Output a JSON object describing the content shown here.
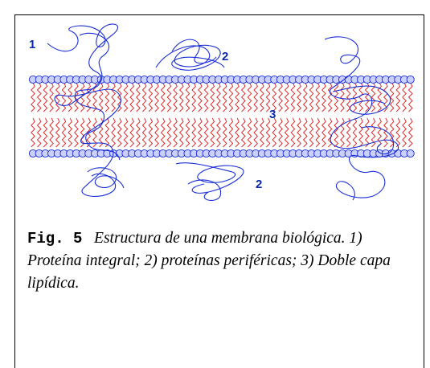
{
  "figure": {
    "labels": [
      "1",
      "2",
      "2",
      "3"
    ],
    "colors": {
      "protein": "#1a2fd6",
      "head_fill": "#ccd0ff",
      "head_stroke": "#1a2fd6",
      "tail": "#e02020",
      "label": "#0b2aa8"
    }
  },
  "caption": {
    "fig": "Fig. 5",
    "text": "Estructura de una membrana biológica. 1) Proteína integral; 2) proteínas periféricas; 3) Doble capa lipídica."
  }
}
